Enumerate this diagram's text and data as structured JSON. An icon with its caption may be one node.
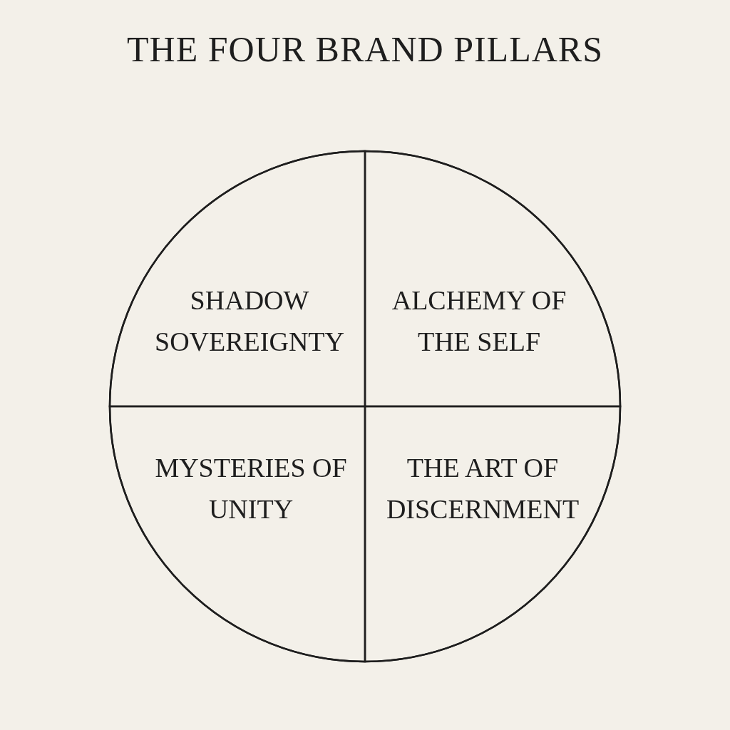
{
  "diagram": {
    "title": "THE FOUR BRAND PILLARS",
    "nodes": [
      {
        "text": [],
        "shape": "circle"
      },
      {
        "text": [
          "SHADOW SOVEREIGNTY"
        ],
        "in": 0
      },
      {
        "text": [
          "ALCHEMY OF THE SELF"
        ],
        "in": 0
      },
      {
        "text": [
          "MYSTERIES OF UNITY"
        ],
        "in": 0
      },
      {
        "text": [
          "THE ART OF DISCERNMENT"
        ],
        "in": 0
      }
    ]
  }
}
